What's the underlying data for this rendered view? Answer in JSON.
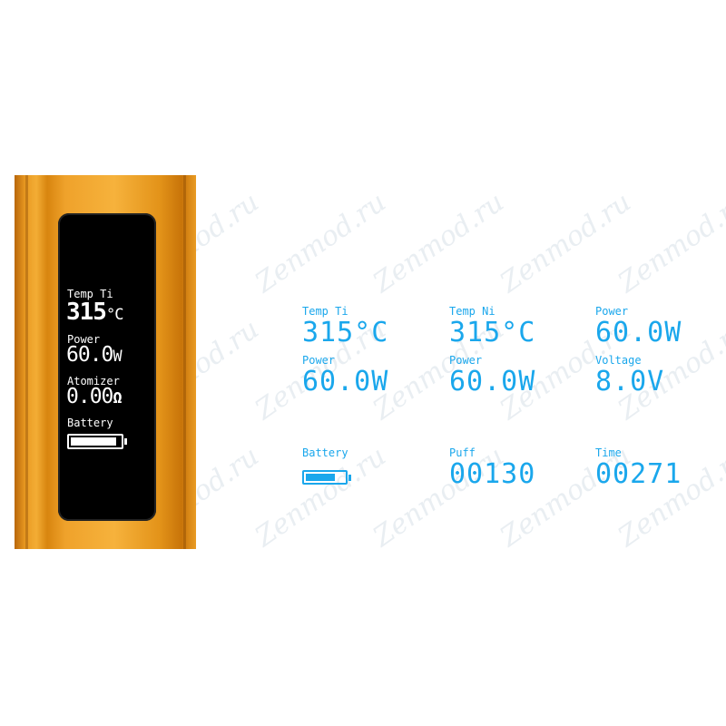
{
  "watermark": {
    "text": "Zenmod.ru"
  },
  "device_screen": {
    "temp_label": "Temp Ti",
    "temp_value": "315",
    "temp_unit": "°C",
    "power_label": "Power",
    "power_value": "60.0",
    "power_unit": "W",
    "atomizer_label": "Atomizer",
    "atomizer_value": "0.00",
    "atomizer_unit": "Ω",
    "battery_label": "Battery",
    "battery_level": 1.0
  },
  "readouts": [
    {
      "label": "Temp Ti",
      "value": "315°C"
    },
    {
      "label": "Temp Ni",
      "value": "315°C"
    },
    {
      "label": "Power",
      "value": "60.0W"
    },
    {
      "label": "Power",
      "value": "60.0W"
    },
    {
      "label": "Power",
      "value": "60.0W"
    },
    {
      "label": "Voltage",
      "value": "8.0V"
    },
    {
      "label": "Battery",
      "value": ""
    },
    {
      "label": "Puff",
      "value": "00130"
    },
    {
      "label": "Time",
      "value": "00271"
    }
  ],
  "battery_icon_level": 0.75,
  "colors": {
    "accent": "#1aa7ec",
    "device": "#f0a22c",
    "screen": "#000000"
  }
}
